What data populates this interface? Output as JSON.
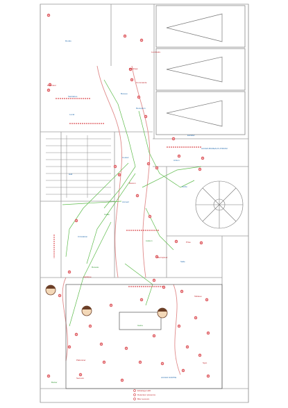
{
  "plan": {
    "labels": [
      {
        "text": "Rondo",
        "color": "blue"
      },
      {
        "text": "ACCES BUREAUX ATRIUM",
        "color": "blue"
      },
      {
        "text": "ACCES SORTIE",
        "color": "blue"
      },
      {
        "text": "Escalier",
        "color": "blue"
      },
      {
        "text": "Sanitaires",
        "color": "blue"
      },
      {
        "text": "Bureau",
        "color": "blue"
      },
      {
        "text": "Reception",
        "color": "blue"
      },
      {
        "text": "Local",
        "color": "blue"
      },
      {
        "text": "Couloir",
        "color": "blue"
      },
      {
        "text": "Sortie",
        "color": "blue"
      },
      {
        "text": "Atrium",
        "color": "blue"
      },
      {
        "text": "Hall",
        "color": "blue"
      },
      {
        "text": "Accueil",
        "color": "blue"
      },
      {
        "text": "Circulation",
        "color": "blue"
      },
      {
        "text": "Salle",
        "color": "blue"
      },
      {
        "text": "Detecteur",
        "color": "red"
      },
      {
        "text": "Eclairage",
        "color": "red"
      },
      {
        "text": "Luminaire",
        "color": "red"
      },
      {
        "text": "Commande",
        "color": "red"
      },
      {
        "text": "Bouton",
        "color": "red"
      },
      {
        "text": "Prise",
        "color": "red"
      },
      {
        "text": "Tableau",
        "color": "red"
      },
      {
        "text": "Spot",
        "color": "red"
      },
      {
        "text": "Plafonnier",
        "color": "red"
      },
      {
        "text": "Applique",
        "color": "red"
      },
      {
        "text": "Interrupteur",
        "color": "red"
      },
      {
        "text": "Secours",
        "color": "red"
      },
      {
        "text": "Cable",
        "color": "green"
      },
      {
        "text": "Liaison",
        "color": "green"
      },
      {
        "text": "Reseau",
        "color": "green"
      },
      {
        "text": "Gaine",
        "color": "green"
      },
      {
        "text": "Boitier",
        "color": "green"
      }
    ],
    "legend": [
      {
        "text": "Eclairage LED",
        "color": "red"
      },
      {
        "text": "Detecteur presence",
        "color": "red"
      },
      {
        "text": "Bloc secours",
        "color": "red"
      }
    ],
    "colors": {
      "wall": "#b0b0b0",
      "wall_dark": "#555555",
      "electric_red": "#d3232a",
      "label_blue": "#2a6fb0",
      "wire_green": "#5dbb4b",
      "highlight_pink": "#e08a8a",
      "avatar_brown": "#6b3e26"
    },
    "icons": [
      "luminaire-icon",
      "detector-icon",
      "spiral-staircase-icon",
      "person-avatar-icon",
      "triangle-symbol-icon"
    ]
  }
}
